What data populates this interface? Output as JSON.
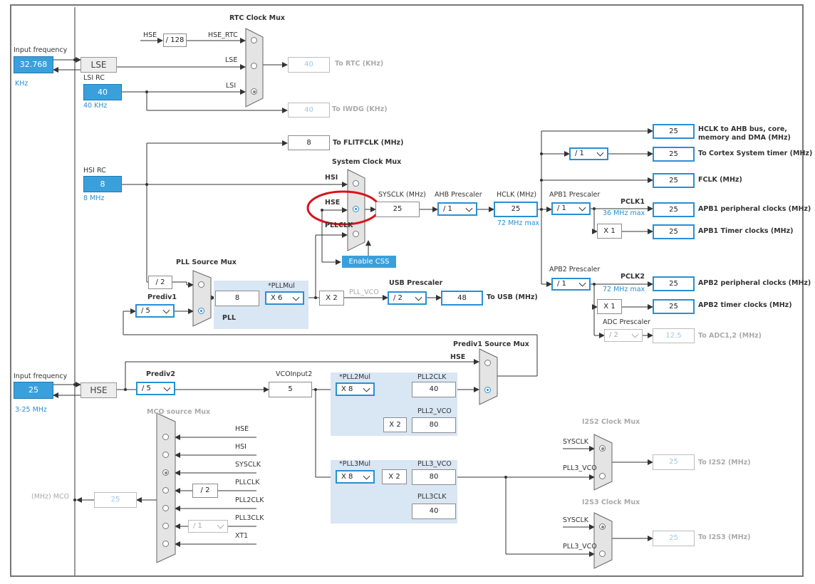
{
  "rtc": {
    "mux_title": "RTC Clock Mux",
    "hse_label": "HSE",
    "div128": "/ 128",
    "hse_rtc": "HSE_RTC",
    "lse": "LSE",
    "lsi": "LSI",
    "out_value": "40",
    "out_label": "To RTC (KHz)"
  },
  "lse_input": {
    "title": "Input frequency",
    "value": "32.768",
    "unit": "KHz",
    "block": "LSE"
  },
  "lsi": {
    "title": "LSI RC",
    "value": "40",
    "note": "40 KHz"
  },
  "iwdg": {
    "value": "40",
    "label": "To IWDG (KHz)"
  },
  "flitf": {
    "value": "8",
    "label": "To FLITFCLK (MHz)"
  },
  "hsi": {
    "title": "HSI RC",
    "value": "8",
    "note": "8 MHz"
  },
  "sysmux": {
    "title": "System Clock Mux",
    "hsi": "HSI",
    "hse": "HSE",
    "pllclk": "PLLCLK",
    "sysclk_label": "SYSCLK (MHz)",
    "sysclk_value": "25",
    "enable_css": "Enable CSS"
  },
  "ahb": {
    "label": "AHB Prescaler",
    "value": "/ 1"
  },
  "hclk": {
    "label": "HCLK (MHz)",
    "value": "25",
    "max": "72 MHz max"
  },
  "apb1": {
    "label": "APB1 Prescaler",
    "value": "/ 1",
    "pclk": "PCLK1",
    "max": "36 MHz max",
    "timer_mul": "X 1"
  },
  "apb2": {
    "label": "APB2 Prescaler",
    "value": "/ 1",
    "pclk": "PCLK2",
    "max": "72 MHz max",
    "timer_mul": "X 1"
  },
  "cortex_div": "/ 1",
  "adc": {
    "label": "ADC Prescaler",
    "value": "/ 2",
    "out": "12.5",
    "out_label": "To ADC1,2 (MHz)"
  },
  "outputs": [
    {
      "value": "25",
      "label": "HCLK to AHB bus, core,",
      "label2": "memory and DMA (MHz)"
    },
    {
      "value": "25",
      "label": "To Cortex System timer (MHz)"
    },
    {
      "value": "25",
      "label": "FCLK (MHz)"
    },
    {
      "value": "25",
      "label": "APB1 peripheral clocks (MHz)"
    },
    {
      "value": "25",
      "label": "APB1 Timer clocks (MHz)"
    },
    {
      "value": "25",
      "label": "APB2 peripheral clocks (MHz)"
    },
    {
      "value": "25",
      "label": "APB2 timer clocks (MHz)"
    }
  ],
  "pll": {
    "mux_title": "PLL Source Mux",
    "div2": "/ 2",
    "prediv1_label": "Prediv1",
    "prediv1_value": "/ 5",
    "pll_label": "PLL",
    "pll_in": "8",
    "mul_label": "*PLLMul",
    "mul_value": "X 6",
    "x2": "X 2",
    "vco": "PLL_VCO"
  },
  "usb": {
    "label": "USB Prescaler",
    "value": "/ 2",
    "out": "48",
    "out_label": "To USB (MHz)"
  },
  "hse_input": {
    "title": "Input frequency",
    "value": "25",
    "range": "3-25 MHz",
    "block": "HSE"
  },
  "prediv2": {
    "label": "Prediv2",
    "value": "/ 5"
  },
  "vco_input2": {
    "label": "VCOInput2",
    "value": "5"
  },
  "prediv1_src": {
    "title": "Prediv1 Source Mux",
    "hse": "HSE"
  },
  "pll2": {
    "mul_label": "*PLL2Mul",
    "mul_value": "X 8",
    "clk_label": "PLL2CLK",
    "clk_value": "40",
    "x2": "X 2",
    "vco_label": "PLL2_VCO",
    "vco_value": "80"
  },
  "pll3": {
    "mul_label": "*PLL3Mul",
    "mul_value": "X 8",
    "x2": "X 2",
    "vco_label": "PLL3_VCO",
    "vco_value": "80",
    "clk_label": "PLL3CLK",
    "clk_value": "40"
  },
  "mco": {
    "title": "MCO source Mux",
    "inputs": [
      "HSE",
      "HSI",
      "SYSCLK",
      "PLLCLK",
      "PLL2CLK",
      "PLL3CLK",
      "XT1"
    ],
    "div2": "/ 2",
    "div1": "/ 1",
    "out_label": "(MHz) MCO",
    "out_value": "25"
  },
  "i2s2": {
    "title": "I2S2 Clock Mux",
    "sysclk": "SYSCLK",
    "pll3vco": "PLL3_VCO",
    "out": "25",
    "out_label": "To I2S2 (MHz)"
  },
  "i2s3": {
    "title": "I2S3 Clock Mux",
    "sysclk": "SYSCLK",
    "pll3vco": "PLL3_VCO",
    "out": "25",
    "out_label": "To I2S3 (MHz)"
  },
  "colors": {
    "accent": "#2a8fd2",
    "source_fill": "#3aa0dc",
    "highlight_ellipse": "#d8141b",
    "panel": "#d9e6f4"
  }
}
